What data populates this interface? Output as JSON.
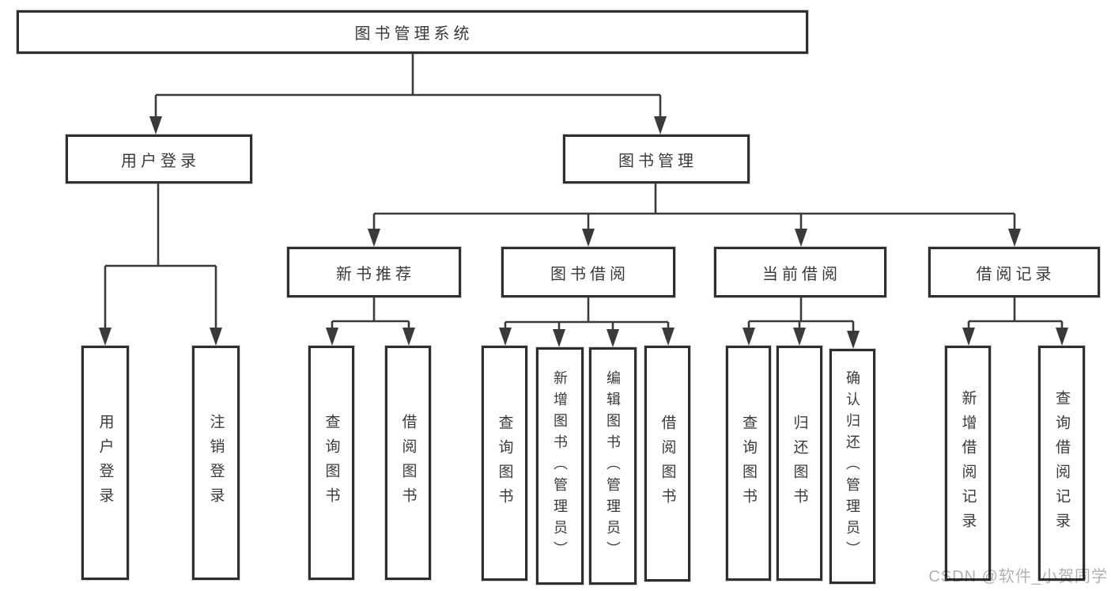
{
  "diagram": {
    "type": "hierarchy-tree",
    "title": "图书管理系统",
    "tree": {
      "label": "图书管理系统",
      "children": [
        {
          "label": "用户登录",
          "children": [
            {
              "label": "用户登录"
            },
            {
              "label": "注销登录"
            }
          ]
        },
        {
          "label": "图书管理",
          "children": [
            {
              "label": "新书推荐",
              "children": [
                {
                  "label": "查询图书"
                },
                {
                  "label": "借阅图书"
                }
              ]
            },
            {
              "label": "图书借阅",
              "children": [
                {
                  "label": "查询图书"
                },
                {
                  "label": "新增图书（管理员）"
                },
                {
                  "label": "编辑图书（管理员）"
                },
                {
                  "label": "借阅图书"
                }
              ]
            },
            {
              "label": "当前借阅",
              "children": [
                {
                  "label": "查询图书"
                },
                {
                  "label": "归还图书"
                },
                {
                  "label": "确认归还（管理员）"
                }
              ]
            },
            {
              "label": "借阅记录",
              "children": [
                {
                  "label": "新增借阅记录"
                },
                {
                  "label": "查询借阅记录"
                }
              ]
            }
          ]
        }
      ]
    },
    "colors": {
      "background": "#ffffff",
      "box_border": "#2e2e2e",
      "connector_line": "#3a3a3a",
      "text": "#3a3a3a",
      "watermark": "#b2b2b2"
    }
  },
  "watermark": {
    "text": "CSDN @软件_小贺同学"
  }
}
